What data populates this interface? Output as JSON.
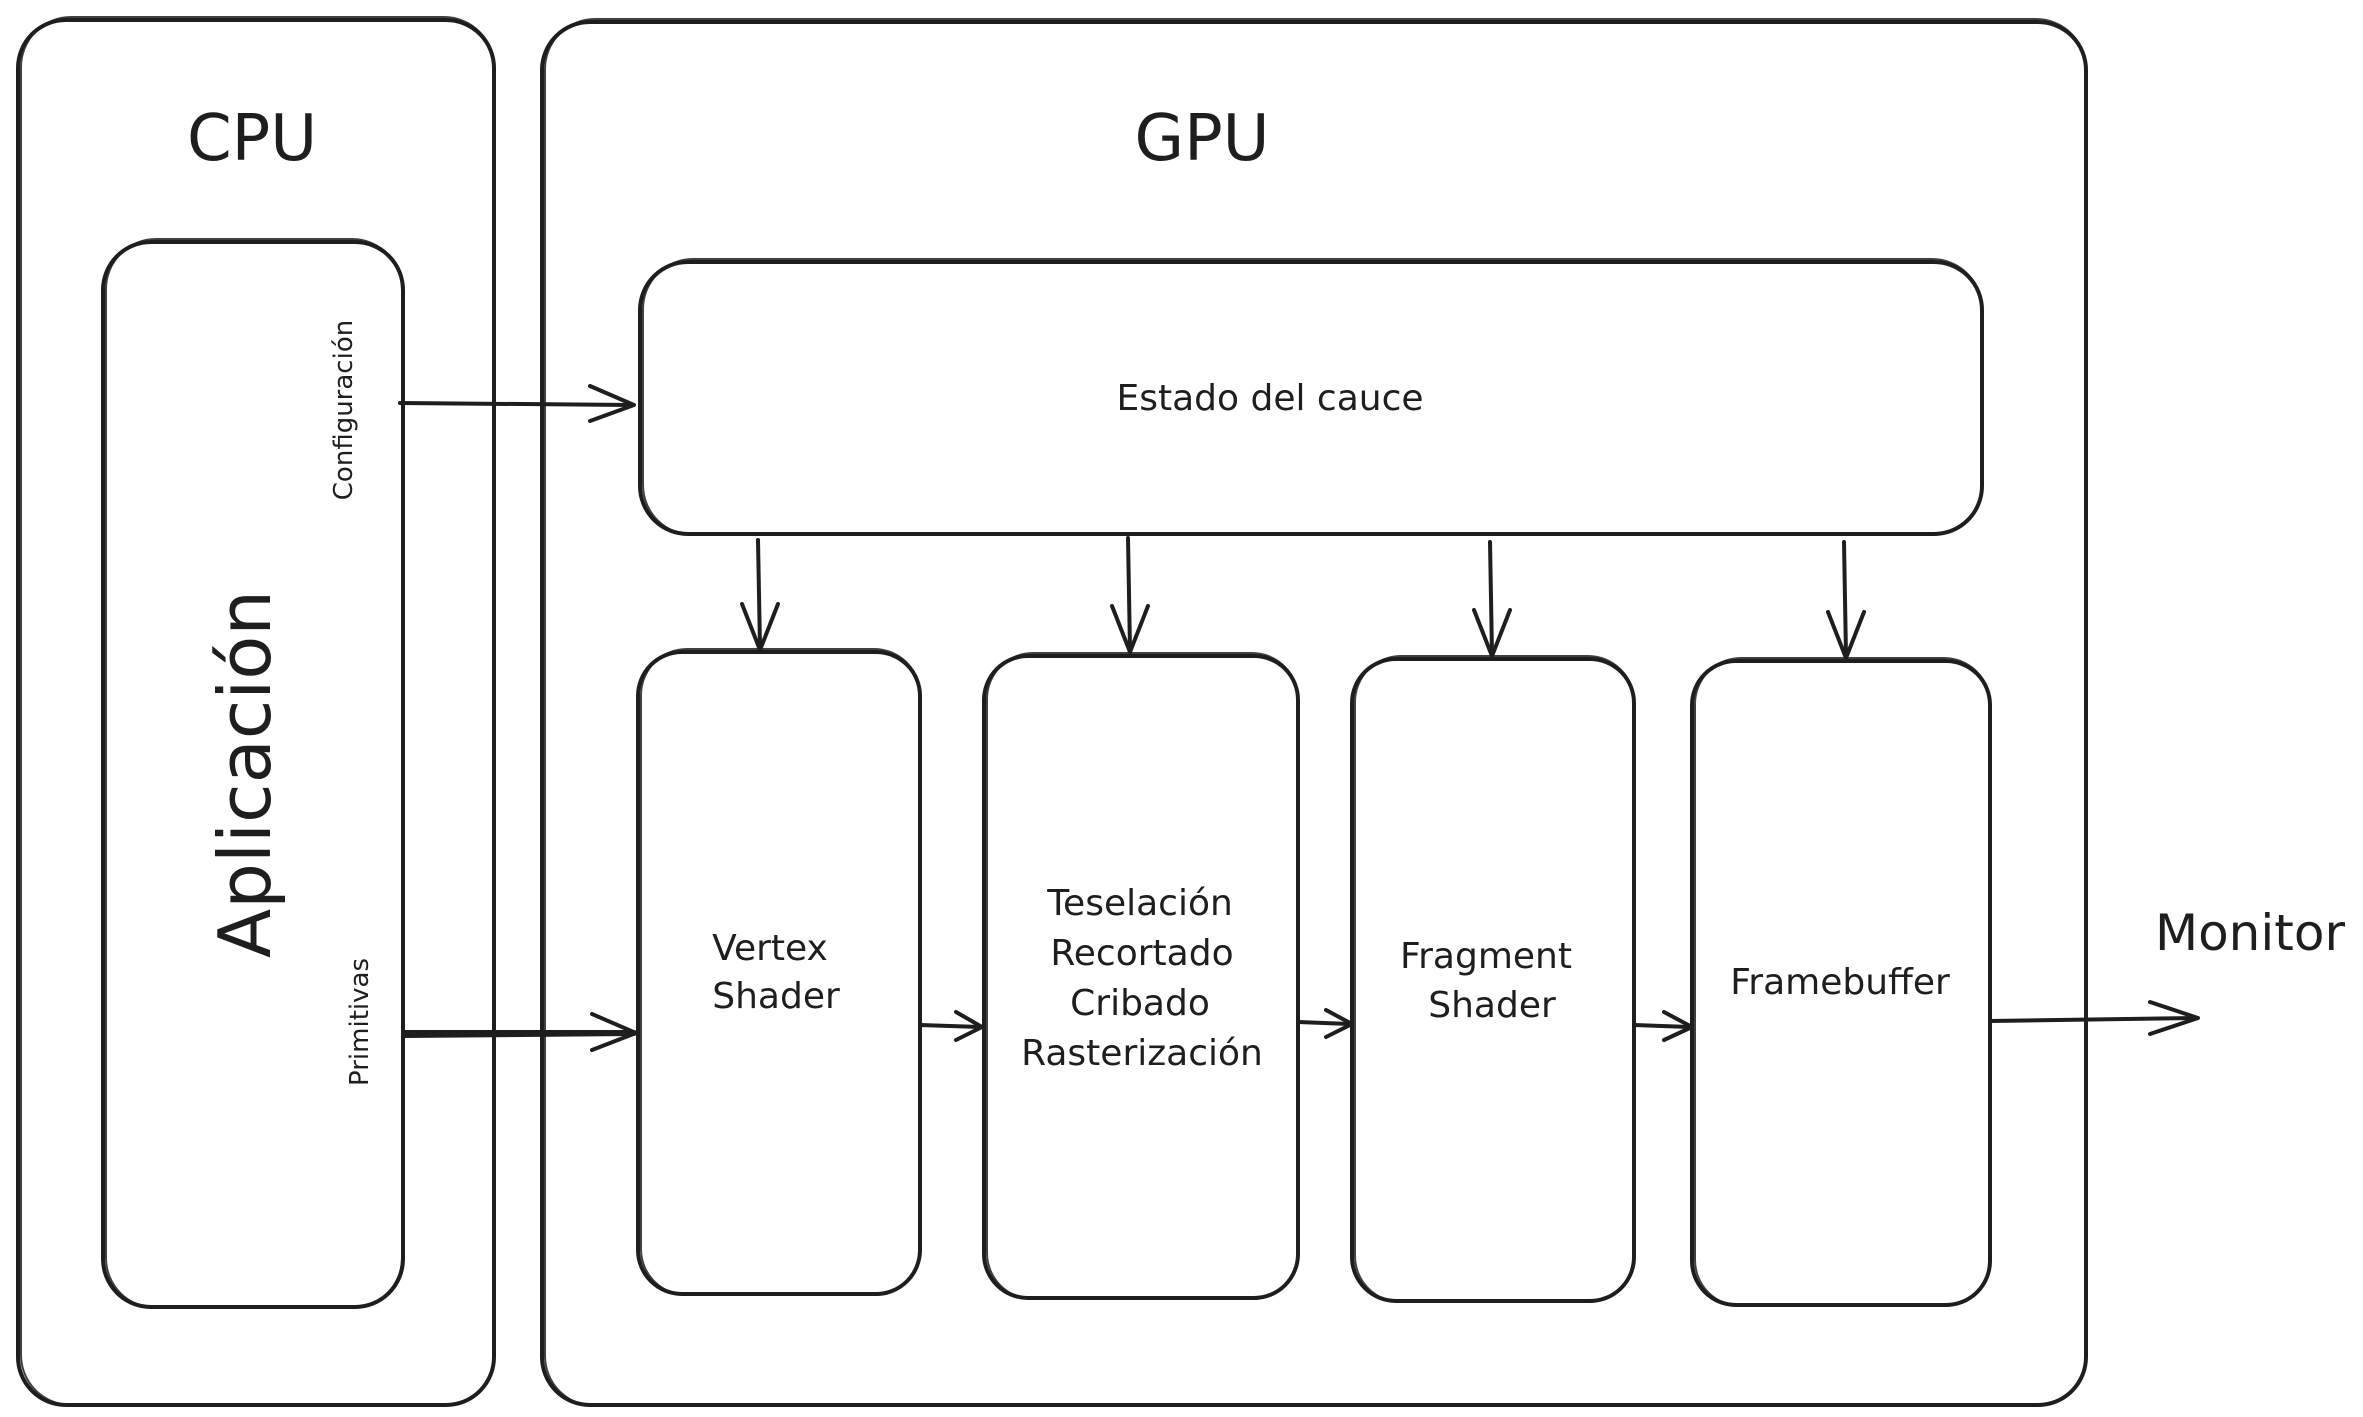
{
  "cpu": {
    "title": "CPU",
    "application_label": "Aplicación",
    "config_label": "Configuración",
    "primitives_label": "Primitivas"
  },
  "gpu": {
    "title": "GPU",
    "pipeline_state_label": "Estado del cauce",
    "stages": {
      "vertex_shader": [
        "Vertex",
        "Shader"
      ],
      "tessellation": [
        "Teselación",
        "Recortado",
        "Cribado",
        "Rasterización"
      ],
      "fragment_shader": [
        "Fragment",
        "Shader"
      ],
      "framebuffer": [
        "Framebuffer"
      ]
    }
  },
  "output": {
    "monitor_label": "Monitor"
  },
  "colors": {
    "stroke": "#1e1e1e",
    "background": "#ffffff"
  }
}
